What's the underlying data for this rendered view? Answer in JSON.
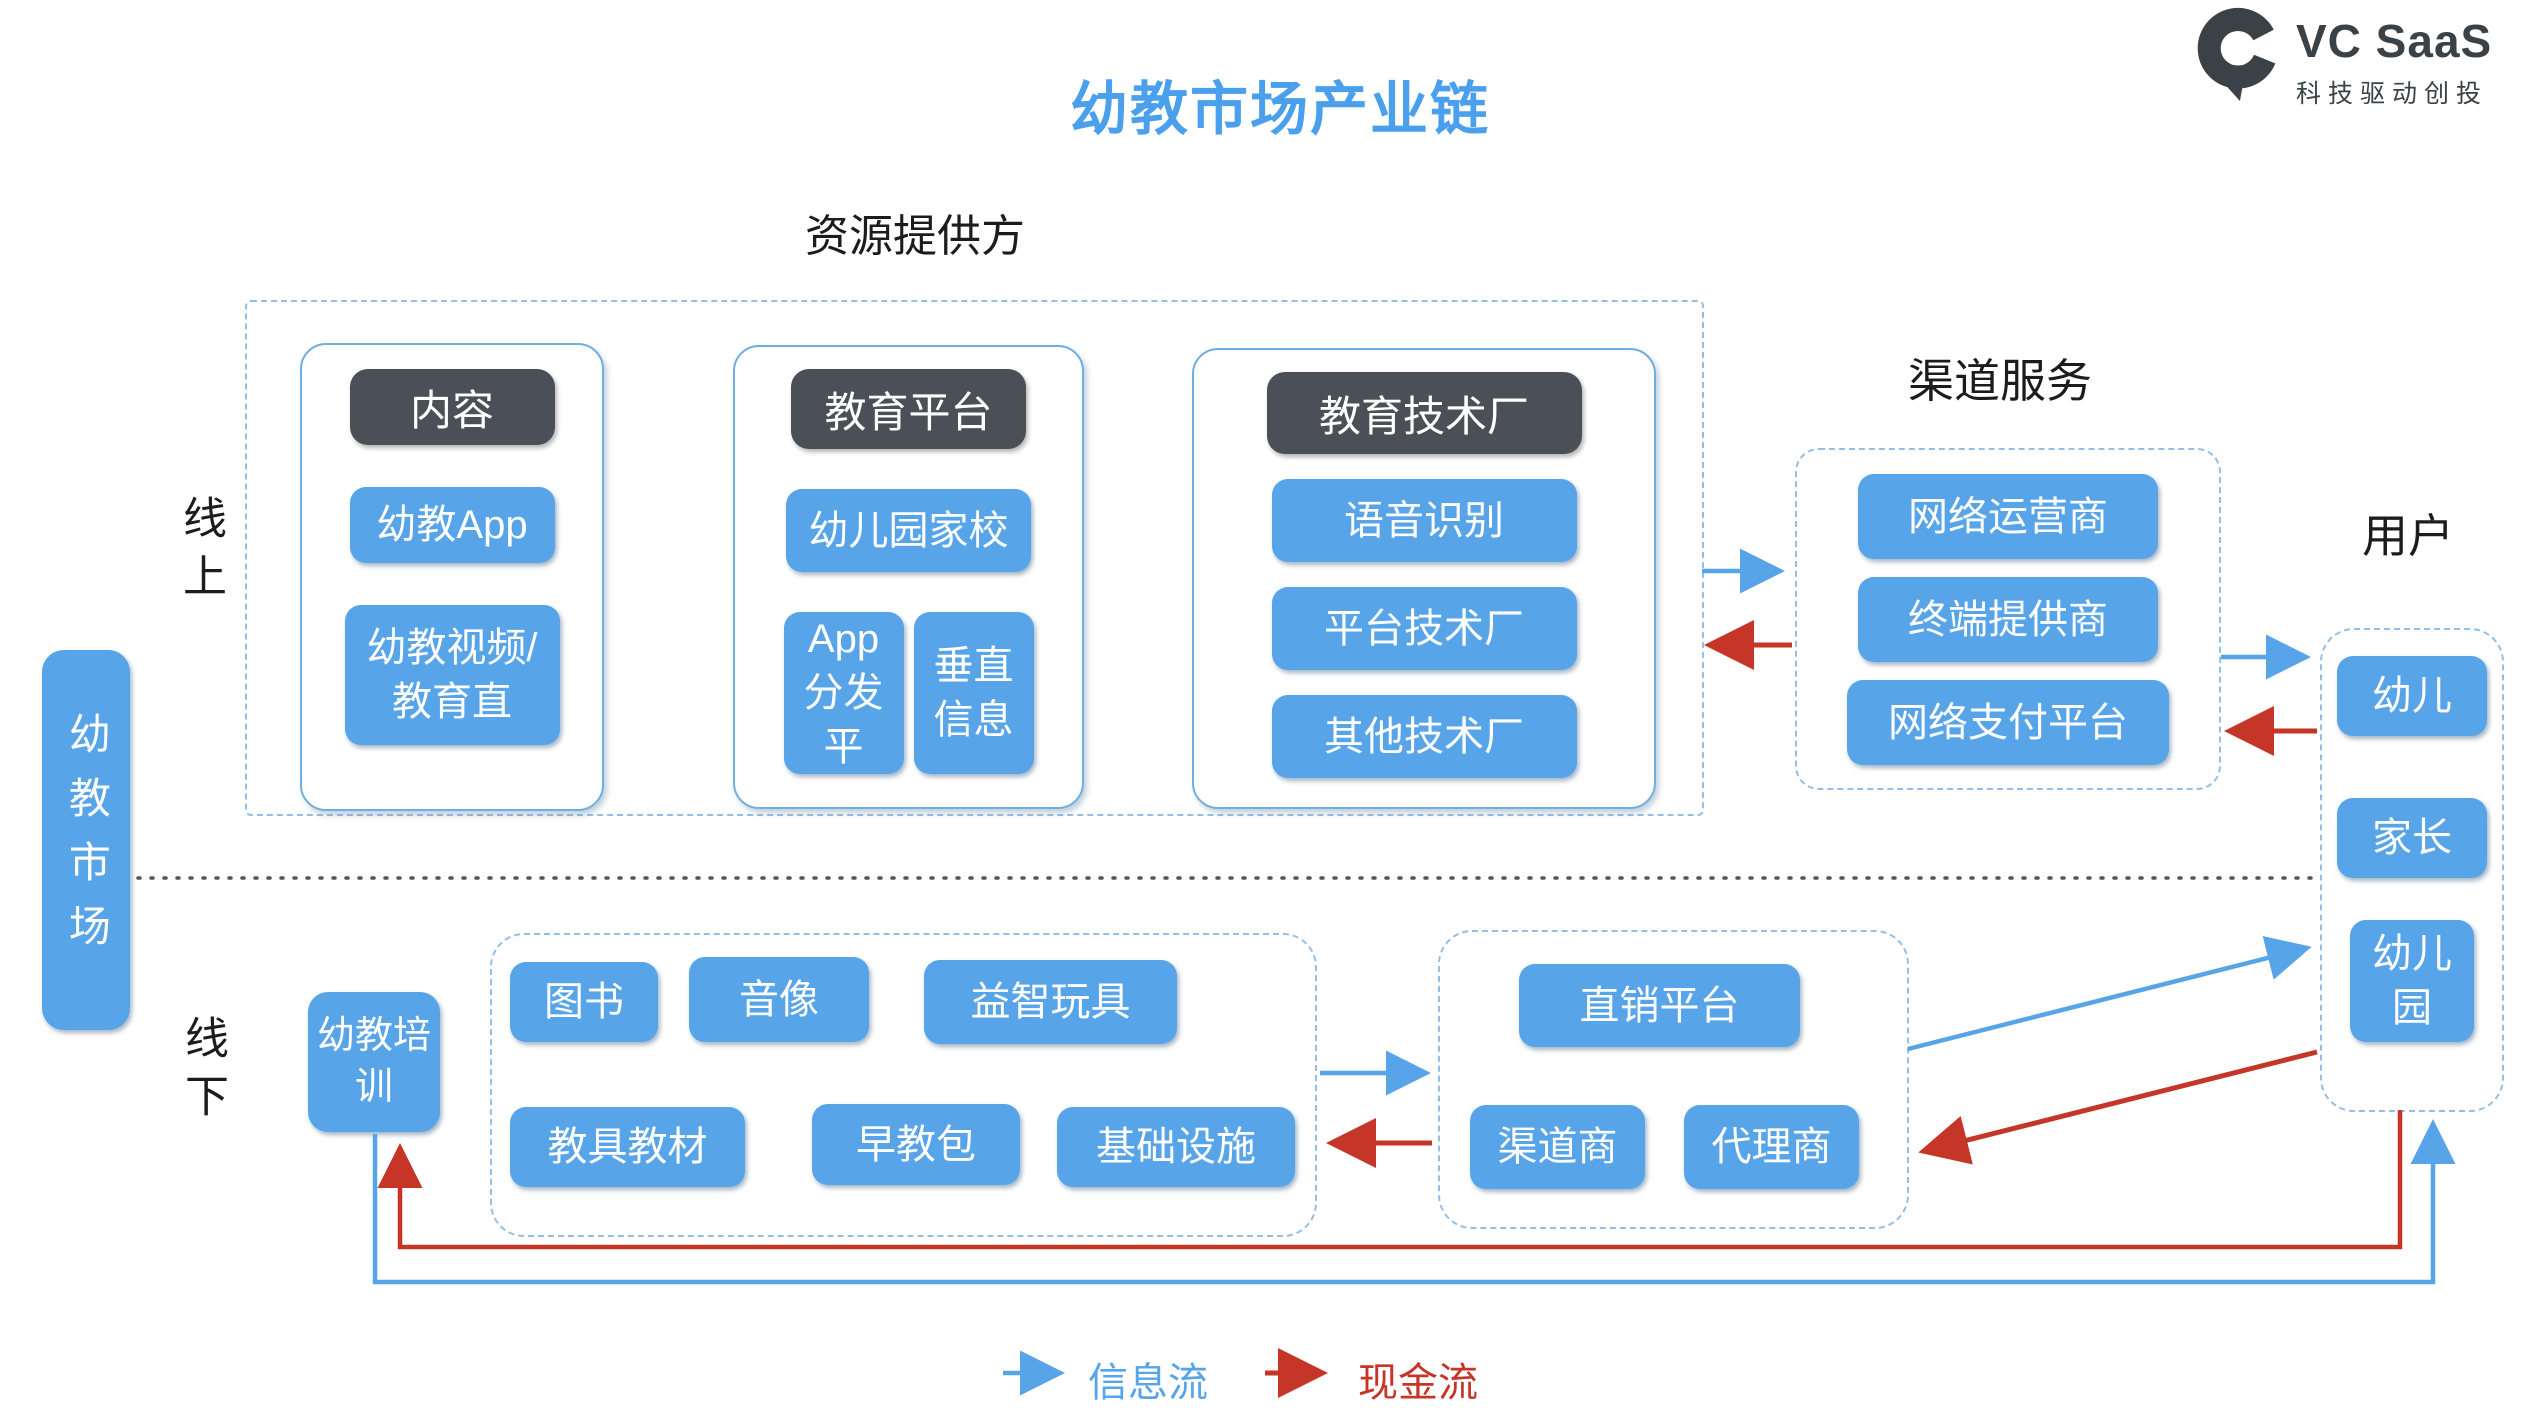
{
  "title": "幼教市场产业链",
  "logo": {
    "name": "VC SaaS",
    "tagline": "科技驱动创投"
  },
  "labels": {
    "resource": "资源提供方",
    "channel": "渠道服务",
    "users": "用户",
    "online": "线上",
    "offline": "线下",
    "market": "幼教市场"
  },
  "resource_groups": [
    {
      "header": "内容",
      "items": [
        "幼教App",
        "幼教视频/教育直"
      ]
    },
    {
      "header": "教育平台",
      "items": [
        "幼儿园家校",
        "App分发平",
        "垂直信息"
      ]
    },
    {
      "header": "教育技术厂",
      "items": [
        "语音识别",
        "平台技术厂",
        "其他技术厂"
      ]
    }
  ],
  "channel_items": [
    "网络运营商",
    "终端提供商",
    "网络支付平台"
  ],
  "user_items": [
    "幼儿",
    "家长",
    "幼儿园"
  ],
  "offline_training": "幼教培训",
  "product_items": [
    "图书",
    "音像",
    "益智玩具",
    "教具教材",
    "早教包",
    "基础设施"
  ],
  "sales_items": [
    "直销平台",
    "渠道商",
    "代理商"
  ],
  "legend": {
    "info": "信息流",
    "cash": "现金流"
  },
  "colors": {
    "box_blue": "#57A4E9",
    "header_dark": "#4A5056",
    "arrow_blue": "#58A4E8",
    "arrow_red": "#C53528",
    "title_blue": "#4BA0EE"
  }
}
